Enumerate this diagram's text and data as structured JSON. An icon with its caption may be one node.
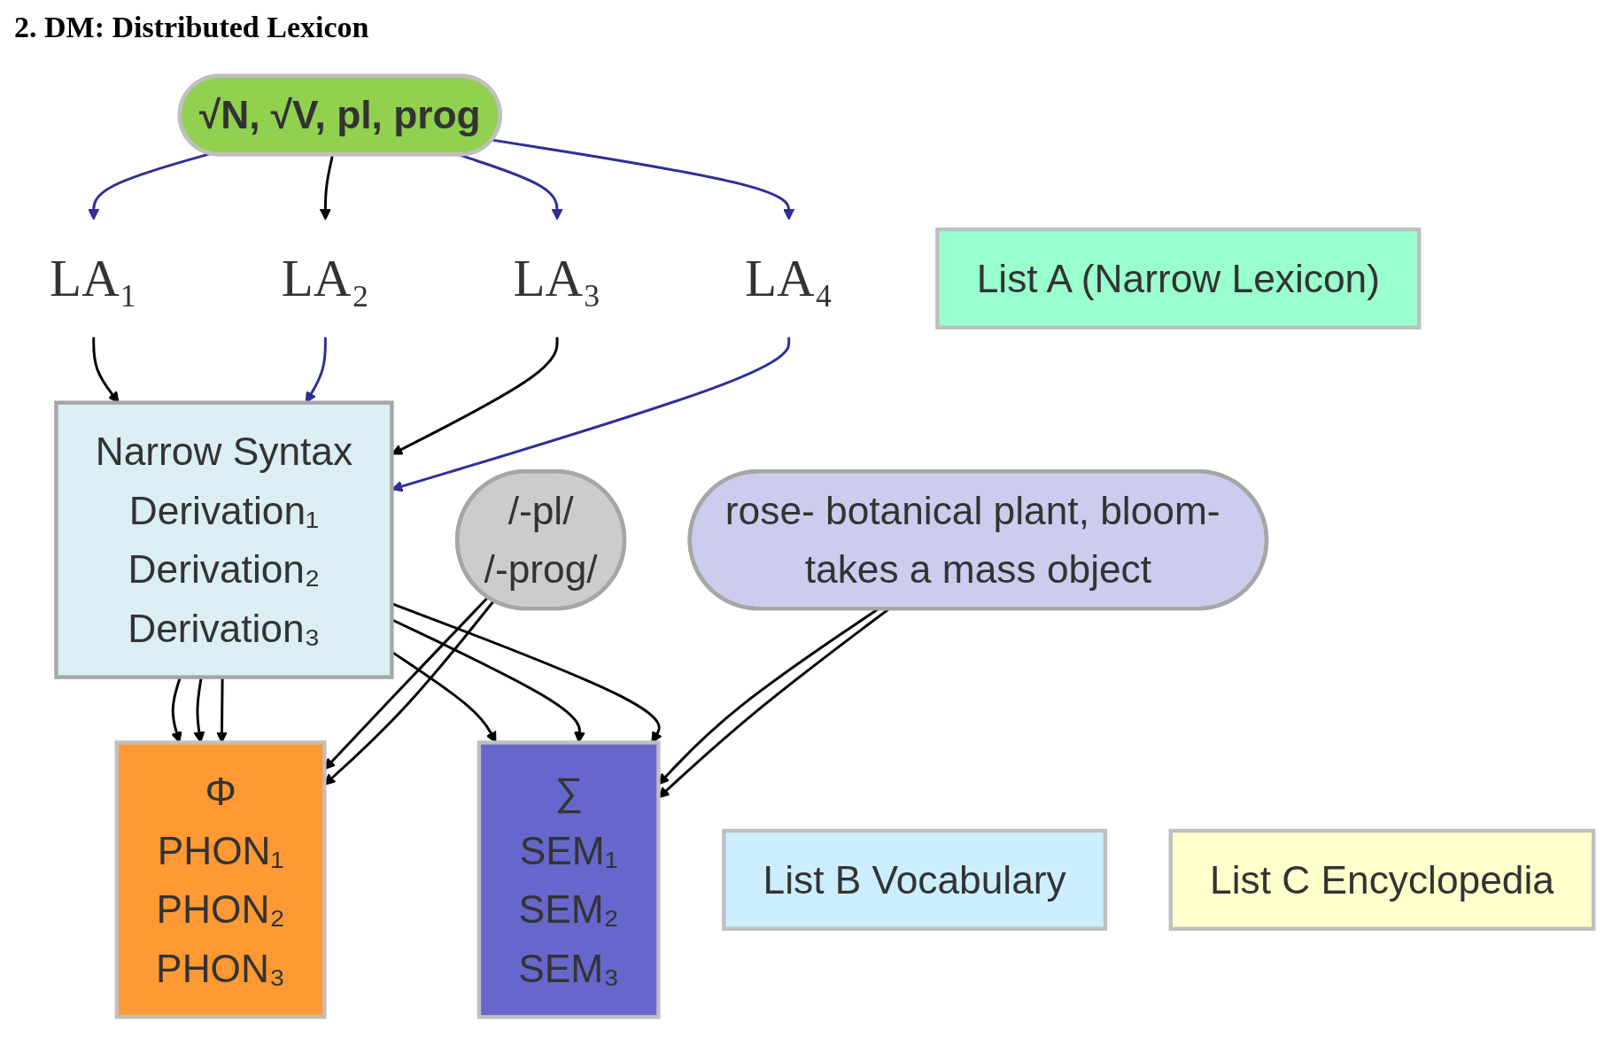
{
  "diagram": {
    "title": "2. DM: Distributed Lexicon",
    "nodes": [
      {
        "text": [
          "√N, √V, pl, prog"
        ]
      },
      {
        "text": [
          "List A (Narrow Lexicon)"
        ]
      },
      {
        "text": [
          "LA₁"
        ]
      },
      {
        "text": [
          "LA₂"
        ]
      },
      {
        "text": [
          "LA₃"
        ]
      },
      {
        "text": [
          "LA₄"
        ]
      },
      {
        "text": [
          "Φ",
          "PHON₁",
          "PHON₂",
          "PHON₃"
        ]
      },
      {
        "text": [
          "Narrow Syntax",
          "Derivation₁",
          "Derivation₂",
          "Derivation₃"
        ]
      },
      {
        "text": [
          "∑",
          "SEM₁",
          "SEM₂",
          "SEM₃"
        ]
      },
      {
        "text": [
          "/-pl/",
          "/-prog/"
        ]
      },
      {
        "text": [
          "rose- botanical plant, bloom- takes a mass object"
        ]
      },
      {
        "text": [
          "List B Vocabulary"
        ]
      },
      {
        "text": [
          "List C Encyclopedia"
        ]
      }
    ],
    "edges": [
      {
        "from": 0,
        "to": 2,
        "arrow": "to",
        "color": "#2e2e99"
      },
      {
        "from": 0,
        "to": 3,
        "arrow": "to"
      },
      {
        "from": 0,
        "to": 4,
        "arrow": "to",
        "color": "#2e2e99"
      },
      {
        "from": 0,
        "to": 5,
        "arrow": "to",
        "color": "#2e2e99"
      },
      {
        "from": 2,
        "to": 7,
        "arrow": "to"
      },
      {
        "from": 3,
        "to": 7,
        "arrow": "to",
        "color": "#2e2e99"
      },
      {
        "from": 4,
        "to": 7,
        "arrow": "to"
      },
      {
        "from": 5,
        "to": 7,
        "arrow": "to",
        "color": "#2e2e99"
      },
      {
        "from": 7,
        "to": 6,
        "arrow": "to"
      },
      {
        "from": 7,
        "to": 6,
        "arrow": "to"
      },
      {
        "from": 7,
        "to": 6,
        "arrow": "to"
      },
      {
        "from": 9,
        "to": 6,
        "arrow": "to"
      },
      {
        "from": 9,
        "to": 6,
        "arrow": "to"
      },
      {
        "from": 7,
        "to": 8,
        "arrow": "to"
      },
      {
        "from": 7,
        "to": 8,
        "arrow": "to"
      },
      {
        "from": 7,
        "to": 8,
        "arrow": "to"
      },
      {
        "from": 10,
        "to": 8,
        "arrow": "to"
      },
      {
        "from": 10,
        "to": 8,
        "arrow": "to"
      }
    ]
  }
}
